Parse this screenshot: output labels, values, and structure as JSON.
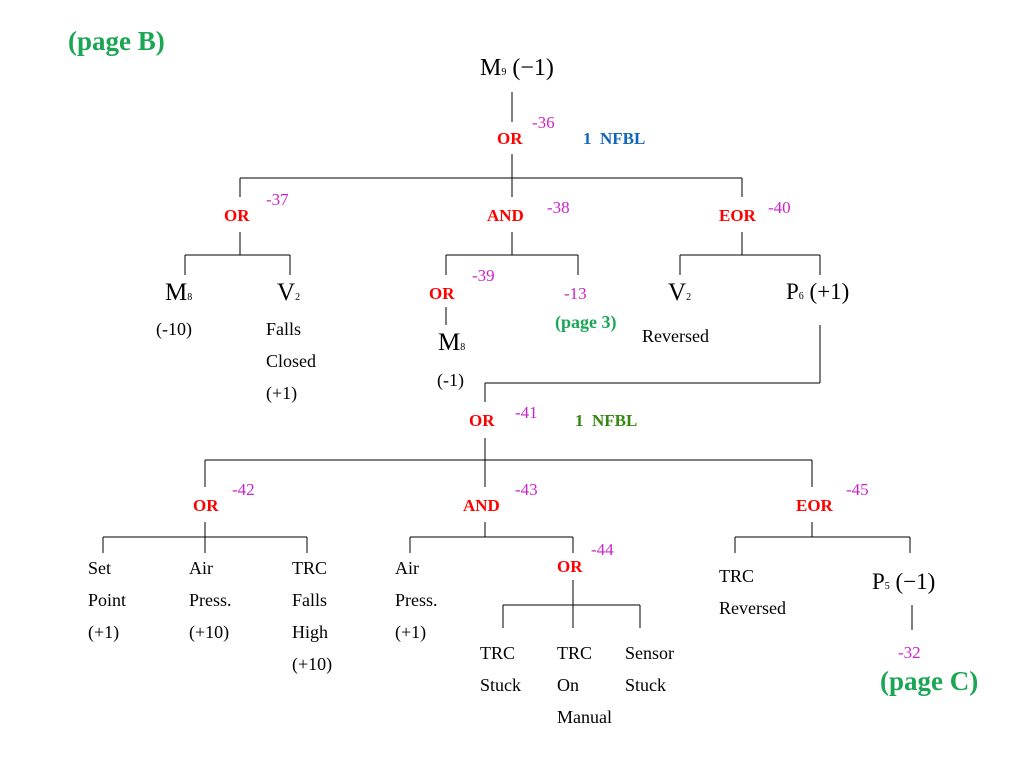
{
  "page_refs": {
    "top_left": "(page B)",
    "middle": "(page 3)",
    "bottom_right": "(page C)"
  },
  "nodes": {
    "m9": {
      "base": "M",
      "sub": "9",
      "suffix": "(−1)"
    },
    "m8_left": {
      "base": "M",
      "sub": "8",
      "value": "(-10)"
    },
    "v2_left": {
      "base": "V",
      "sub": "2",
      "lines": [
        "Falls",
        "Closed",
        "(+1)"
      ]
    },
    "m8_mid": {
      "base": "M",
      "sub": "8",
      "value": "(-1)"
    },
    "v2_right": {
      "base": "V",
      "sub": "2",
      "label": "Reversed"
    },
    "p6": {
      "base": "P",
      "sub": "6",
      "suffix": "(+1)"
    },
    "p5": {
      "base": "P",
      "sub": "5",
      "suffix": "(−1)"
    }
  },
  "gates": {
    "g36": {
      "type": "OR",
      "number": "-36",
      "annotation": "1  NFBL"
    },
    "g37": {
      "type": "OR",
      "number": "-37"
    },
    "g38": {
      "type": "AND",
      "number": "-38"
    },
    "g40": {
      "type": "EOR",
      "number": "-40"
    },
    "g39": {
      "type": "OR",
      "number": "-39"
    },
    "g41": {
      "type": "OR",
      "number": "-41",
      "annotation": "1  NFBL"
    },
    "g42": {
      "type": "OR",
      "number": "-42"
    },
    "g43": {
      "type": "AND",
      "number": "-43"
    },
    "g45": {
      "type": "EOR",
      "number": "-45"
    },
    "g44": {
      "type": "OR",
      "number": "-44"
    }
  },
  "transfers": {
    "t13": "-13",
    "t32": "-32"
  },
  "events": {
    "set_point": [
      "Set",
      "Point",
      "(+1)"
    ],
    "air_press_1": [
      "Air",
      "Press.",
      "(+10)"
    ],
    "trc_falls_high": [
      "TRC",
      "Falls",
      "High",
      "(+10)"
    ],
    "air_press_2": [
      "Air",
      "Press.",
      "(+1)"
    ],
    "trc_stuck": [
      "TRC",
      "Stuck"
    ],
    "trc_on_manual": [
      "TRC",
      "On",
      "Manual"
    ],
    "sensor_stuck": [
      "Sensor",
      "Stuck"
    ],
    "trc_reversed": [
      "TRC",
      "Reversed"
    ]
  },
  "colors": {
    "gate": "#ff0000",
    "gate_number": "#cc22cc",
    "page_ref": "#1aa655",
    "nfbl_top": "#1166bb",
    "nfbl_mid": "#338811",
    "line": "#000000"
  }
}
